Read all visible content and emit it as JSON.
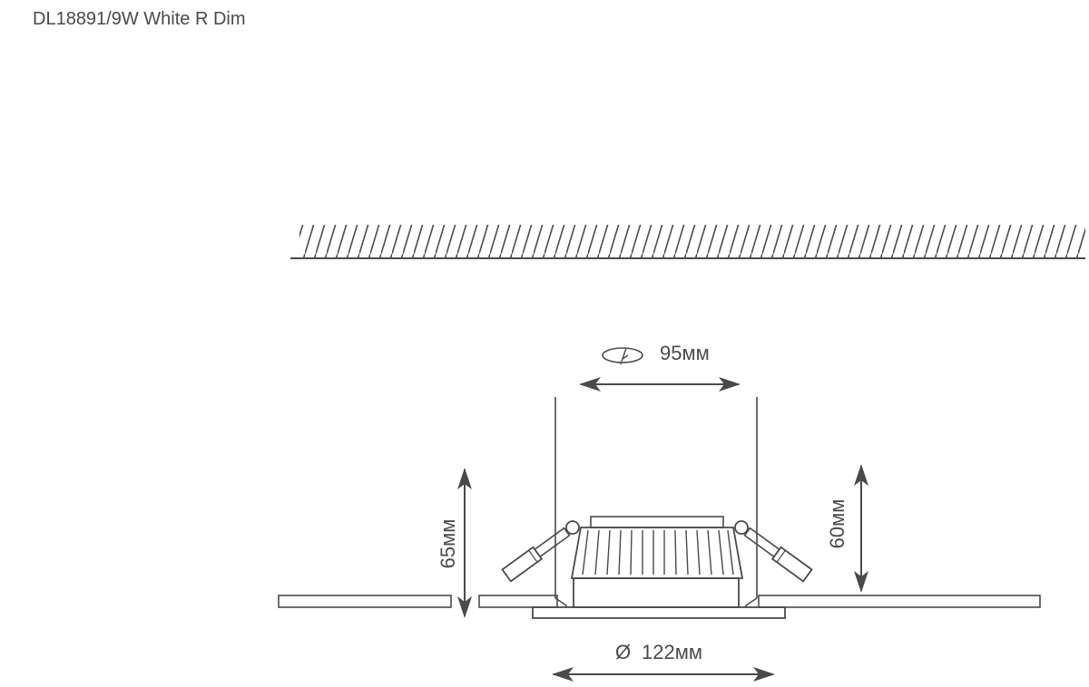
{
  "title": "DL18891/9W White R Dim",
  "dimensions": {
    "cutout": "95мм",
    "height_total": "65мм",
    "height_recessed": "60мм",
    "diameter_symbol": "Ø",
    "diameter": "122мм"
  },
  "colors": {
    "line": "#4a4a4a",
    "fill": "#ffffff"
  }
}
